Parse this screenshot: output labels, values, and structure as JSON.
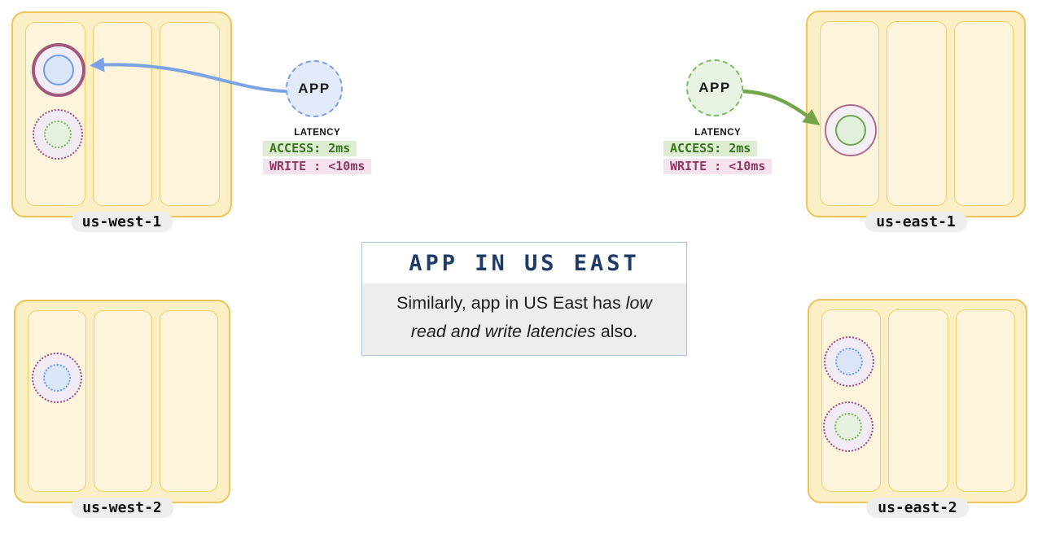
{
  "regions": [
    {
      "label": "us-west-1",
      "replicas": [
        {
          "style": "solid",
          "outer": "maroon",
          "inner": "blue"
        },
        {
          "style": "dotted",
          "outer": "maroon",
          "inner": "green"
        }
      ]
    },
    {
      "label": "us-east-1",
      "replicas": [
        {
          "style": "solid",
          "outer": "maroon",
          "inner": "green"
        }
      ]
    },
    {
      "label": "us-west-2",
      "replicas": [
        {
          "style": "dotted",
          "outer": "maroon",
          "inner": "blue"
        }
      ]
    },
    {
      "label": "us-east-2",
      "replicas": [
        {
          "style": "dotted",
          "outer": "maroon",
          "inner": "blue"
        },
        {
          "style": "dotted",
          "outer": "maroon",
          "inner": "green"
        }
      ]
    }
  ],
  "apps": [
    {
      "label": "APP",
      "color": "blue"
    },
    {
      "label": "APP",
      "color": "green"
    }
  ],
  "latency_panels": [
    {
      "title": "LATENCY",
      "access": "ACCESS: 2ms",
      "write": "WRITE : <10ms"
    },
    {
      "title": "LATENCY",
      "access": "ACCESS: 2ms",
      "write": "WRITE : <10ms"
    }
  ],
  "callout": {
    "title": "APP IN US EAST",
    "line1_regular": "Similarly, app in US East has ",
    "line1_italic": "low",
    "line2_italic": "read and write latencies",
    "line2_regular": " also."
  },
  "colors": {
    "region_fill": "#FBEFC5",
    "region_border": "#EDC45B",
    "node_fill": "#FCF5DB",
    "node_border": "#F0CE6B",
    "maroon": "#A3587B",
    "blue": "#6D9EEB",
    "green": "#6FA850",
    "blue_fill": "#DBE5F8",
    "green_fill": "#E6F2DF",
    "lavender_fill": "#F2EDF4",
    "app_blue_fill": "#E3EBFA",
    "app_green_fill": "#E9F3E3",
    "arrow_blue": "#7AA3E3",
    "arrow_green": "#74A649",
    "access_bg": "#DEECD3",
    "access_text": "#38761D",
    "write_bg": "#F4E3ED",
    "write_text": "#8C3A63",
    "callout_border": "#A9C6DF",
    "callout_title_text": "#1F3C68",
    "callout_body_bg": "#EDEDED",
    "label_pill_bg": "#EEEEEE"
  }
}
